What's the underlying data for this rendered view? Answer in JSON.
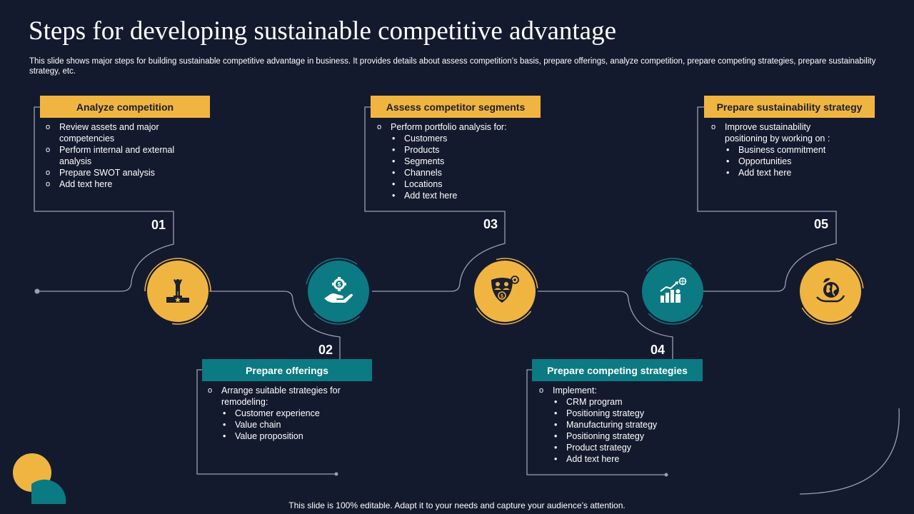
{
  "slide": {
    "title": "Steps for developing sustainable competitive advantage",
    "subtitle": "This slide shows major steps for building sustainable competitive advantage in business. It provides details about assess competition’s basis, prepare offerings, analyze competition, prepare competing strategies, prepare sustainability strategy, etc.",
    "footer": "This slide is 100% editable. Adapt it to your needs and capture your audience’s attention."
  },
  "colors": {
    "background": "#141a2e",
    "gold": "#f0b541",
    "teal": "#0b7a82",
    "line": "#9aa0ad"
  },
  "steps": [
    {
      "number": "01",
      "header": "Analyze competition",
      "icon": "podium-winner-icon",
      "items": [
        {
          "text": "Review assets and major competencies",
          "sub": []
        },
        {
          "text": "Perform internal and external analysis",
          "sub": []
        },
        {
          "text": "Prepare SWOT analysis",
          "sub": []
        },
        {
          "text": "Add text here",
          "sub": []
        }
      ]
    },
    {
      "number": "02",
      "header": "Prepare offerings",
      "icon": "hand-gear-dollar-icon",
      "items": [
        {
          "text": "Arrange suitable strategies for remodeling:",
          "sub": [
            "Customer experience",
            "Value chain",
            "Value proposition"
          ]
        }
      ]
    },
    {
      "number": "03",
      "header": "Assess competitor segments",
      "icon": "shield-people-dollar-icon",
      "items": [
        {
          "text": "Perform portfolio analysis for:",
          "sub": [
            "Customers",
            "Products",
            "Segments",
            "Channels",
            "Locations",
            "Add text here"
          ]
        }
      ]
    },
    {
      "number": "04",
      "header": "Prepare competing strategies",
      "icon": "growth-chart-icon",
      "items": [
        {
          "text": "Implement:",
          "sub": [
            "CRM program",
            "Positioning strategy",
            "Manufacturing strategy",
            "Positioning strategy",
            "Product strategy",
            "Add text here"
          ]
        }
      ]
    },
    {
      "number": "05",
      "header": "Prepare sustainability strategy",
      "icon": "globe-hand-leaf-icon",
      "items": [
        {
          "text": "Improve sustainability positioning by working on :",
          "sub": [
            "Business commitment",
            "Opportunities",
            "Add text here"
          ]
        }
      ]
    }
  ]
}
